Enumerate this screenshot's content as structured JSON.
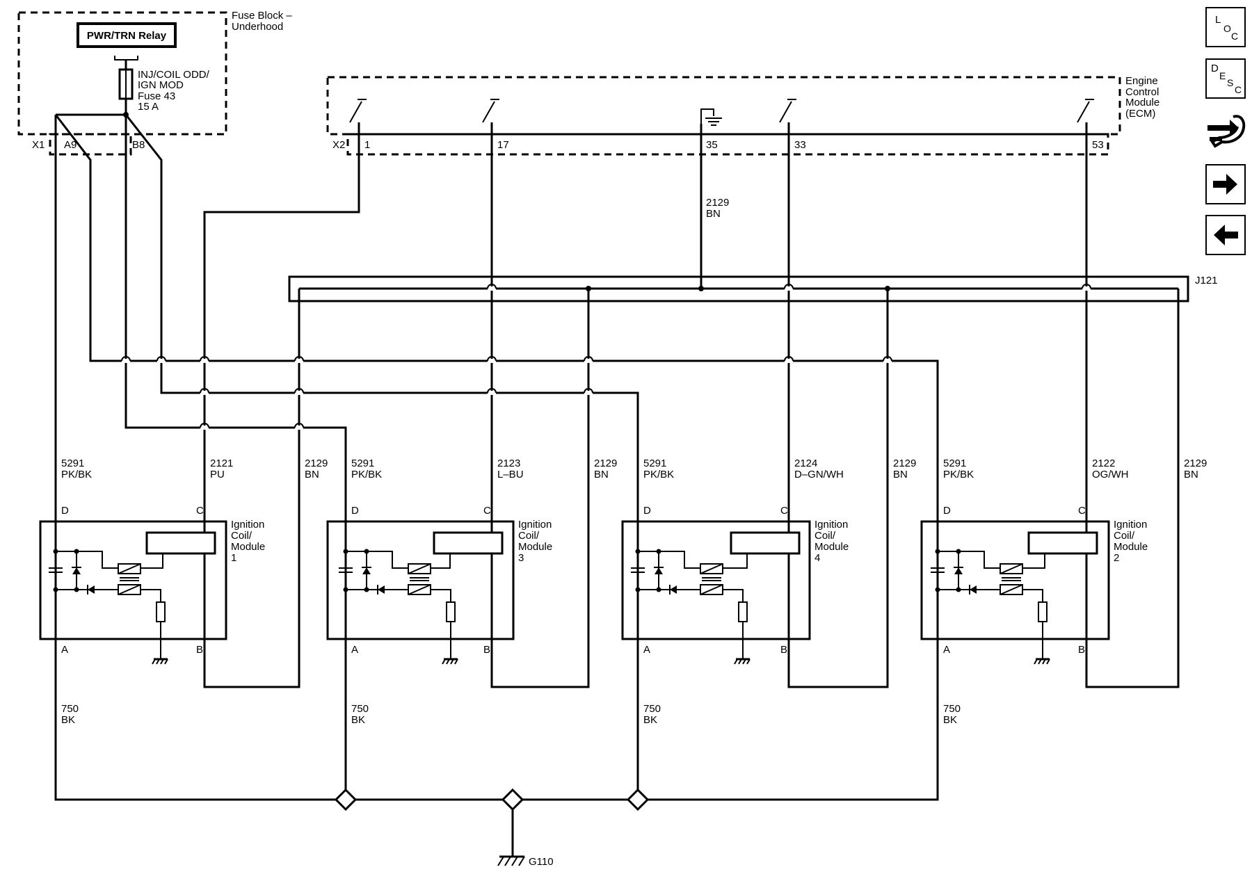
{
  "fuse_block": {
    "label_line1": "Fuse Block –",
    "label_line2": "Underhood",
    "relay": "PWR/TRN Relay",
    "fuse_lines": [
      "INJ/COIL ODD/",
      "IGN MOD",
      "Fuse 43",
      "15 A"
    ],
    "connector": "X1",
    "pins": [
      "A9",
      "B8"
    ]
  },
  "ecm": {
    "label_lines": [
      "Engine",
      "Control",
      "Module",
      "(ECM)"
    ],
    "connector": "X2",
    "pins": [
      "1",
      "17",
      "35",
      "33",
      "53"
    ]
  },
  "splice_wire": {
    "circuit": "2129",
    "color": "BN"
  },
  "splice_pack": "J121",
  "coils": [
    {
      "name_lines": [
        "Ignition",
        "Coil/",
        "Module",
        "1"
      ],
      "wires": [
        {
          "circuit": "5291",
          "color": "PK/BK"
        },
        {
          "circuit": "2121",
          "color": "PU"
        },
        {
          "circuit": "2129",
          "color": "BN"
        }
      ],
      "ground": {
        "circuit": "750",
        "color": "BK"
      }
    },
    {
      "name_lines": [
        "Ignition",
        "Coil/",
        "Module",
        "3"
      ],
      "wires": [
        {
          "circuit": "5291",
          "color": "PK/BK"
        },
        {
          "circuit": "2123",
          "color": "L–BU"
        },
        {
          "circuit": "2129",
          "color": "BN"
        }
      ],
      "ground": {
        "circuit": "750",
        "color": "BK"
      }
    },
    {
      "name_lines": [
        "Ignition",
        "Coil/",
        "Module",
        "4"
      ],
      "wires": [
        {
          "circuit": "5291",
          "color": "PK/BK"
        },
        {
          "circuit": "2124",
          "color": "D–GN/WH"
        },
        {
          "circuit": "2129",
          "color": "BN"
        }
      ],
      "ground": {
        "circuit": "750",
        "color": "BK"
      }
    },
    {
      "name_lines": [
        "Ignition",
        "Coil/",
        "Module",
        "2"
      ],
      "wires": [
        {
          "circuit": "5291",
          "color": "PK/BK"
        },
        {
          "circuit": "2122",
          "color": "OG/WH"
        },
        {
          "circuit": "2129",
          "color": "BN"
        }
      ],
      "ground": {
        "circuit": "750",
        "color": "BK"
      }
    }
  ],
  "coil_pins": {
    "d": "D",
    "c": "C",
    "a": "A",
    "b": "B"
  },
  "ground_label": "G110",
  "nav": {
    "loc": {
      "big": "L",
      "sub1": "O",
      "sub2": "C"
    },
    "desc": {
      "big": "D",
      "sub1": "E",
      "sub2": "S",
      "sub3": "C"
    },
    "icons": [
      "connector-view-icon",
      "next-arrow-icon",
      "previous-arrow-icon"
    ]
  }
}
